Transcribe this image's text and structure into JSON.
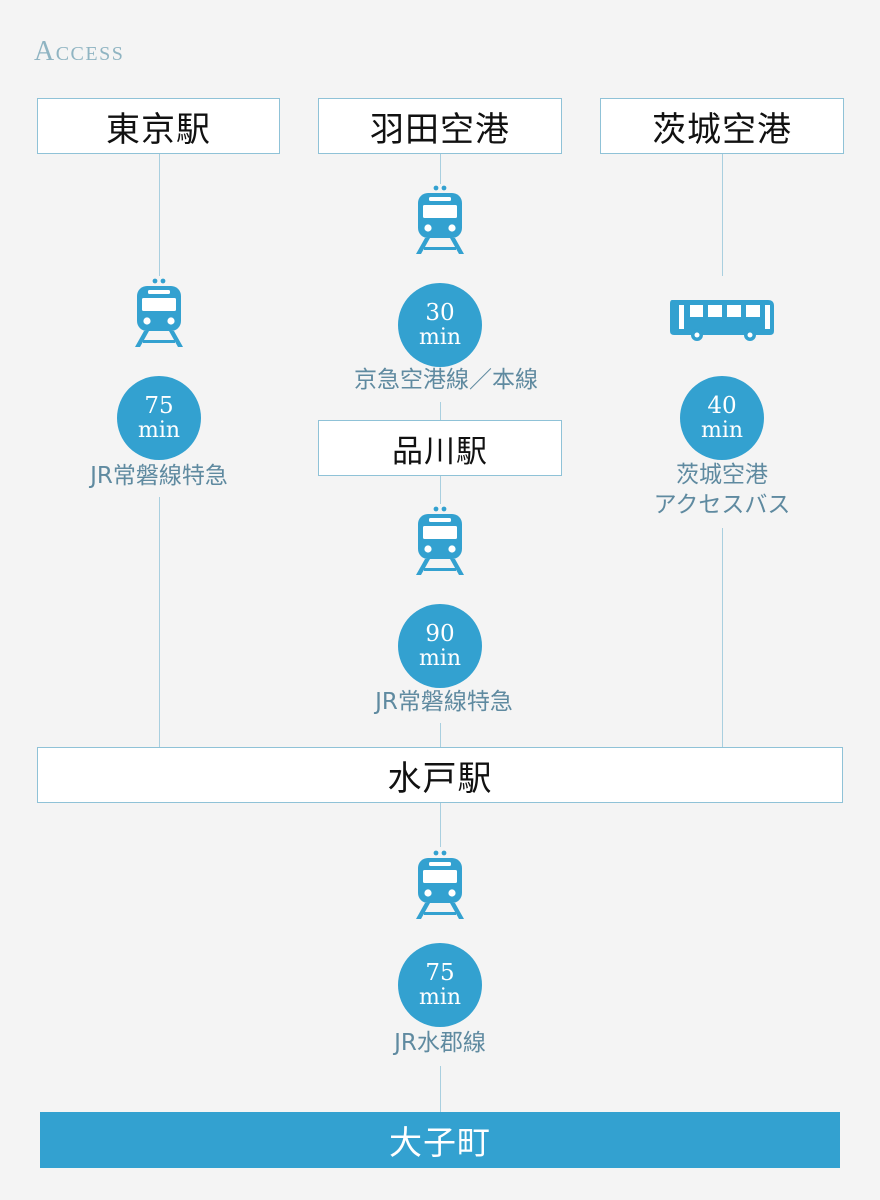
{
  "title": "Access",
  "origins": {
    "tokyo": "東京駅",
    "haneda": "羽田空港",
    "ibaraki": "茨城空港"
  },
  "transfer": "品川駅",
  "hub": "水戸駅",
  "destination": "大子町",
  "unit": "min",
  "routes": {
    "tokyo_mito": {
      "minutes": "75",
      "line": "JR常磐線特急",
      "icon": "train-icon"
    },
    "haneda_shinagawa": {
      "minutes": "30",
      "line": "京急空港線／本線",
      "icon": "train-icon"
    },
    "shinagawa_mito": {
      "minutes": "90",
      "line": "JR常磐線特急",
      "icon": "train-icon"
    },
    "ibaraki_mito": {
      "minutes": "40",
      "line_1": "茨城空港",
      "line_2": "アクセスバス",
      "icon": "bus-icon"
    },
    "mito_daigo": {
      "minutes": "75",
      "line": "JR水郡線",
      "icon": "train-icon"
    }
  },
  "colors": {
    "accent": "#33a1d0",
    "line": "#a9cfdf",
    "box_border": "#8fc2d7",
    "label_text": "#5f8aa0",
    "title_text": "#8fb4c2",
    "background": "#f4f4f4"
  }
}
